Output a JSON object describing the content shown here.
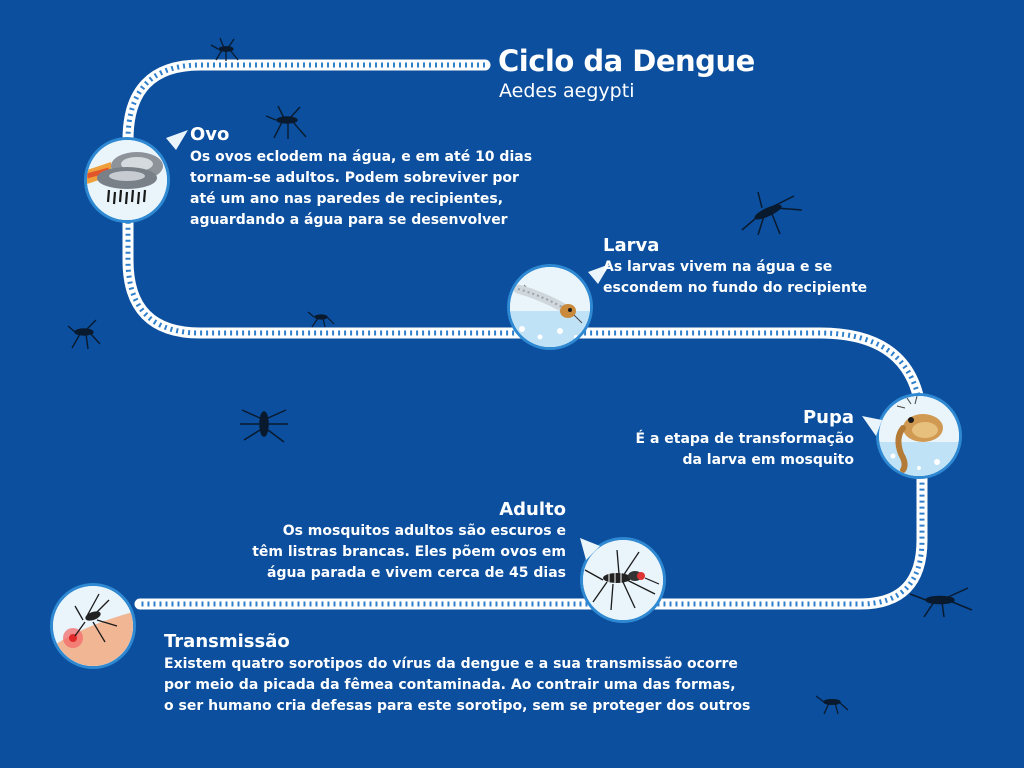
{
  "header": {
    "title": "Ciclo da Dengue",
    "subtitle": "Aedes aegypti"
  },
  "stages": [
    {
      "id": "ovo",
      "title": "Ovo",
      "lines": [
        "Os ovos eclodem na água, e em até 10 dias",
        "tornam-se adultos. Podem sobreviver por",
        "até um ano nas paredes de recipientes,",
        "aguardando a água para se desenvolver"
      ],
      "icon": "egg-tire-icon"
    },
    {
      "id": "larva",
      "title": "Larva",
      "lines": [
        "As larvas vivem na água e se",
        "escondem no fundo do recipiente"
      ],
      "icon": "larva-icon"
    },
    {
      "id": "pupa",
      "title": "Pupa",
      "lines": [
        "É a etapa de transformação",
        "da larva em mosquito"
      ],
      "icon": "pupa-icon"
    },
    {
      "id": "adulto",
      "title": "Adulto",
      "lines": [
        "Os mosquitos adultos são escuros e",
        "têm listras brancas. Eles põem ovos em",
        "água parada e vivem cerca de 45 dias"
      ],
      "icon": "mosquito-icon"
    },
    {
      "id": "transmissao",
      "title": "Transmissão",
      "lines": [
        "Existem quatro sorotipos do vírus da dengue e a sua transmissão ocorre",
        "por meio da picada da fêmea contaminada. Ao contrair uma das formas,",
        "o ser humano cria defesas para este sorotipo, sem se proteger dos outros"
      ],
      "icon": "bite-icon"
    }
  ],
  "colors": {
    "background": "#0b4f9e",
    "path": "#ffffff",
    "circle_fill": "#e9f4fb",
    "circle_border": "#2f88d2",
    "mosquito": "#0a1a2e"
  }
}
